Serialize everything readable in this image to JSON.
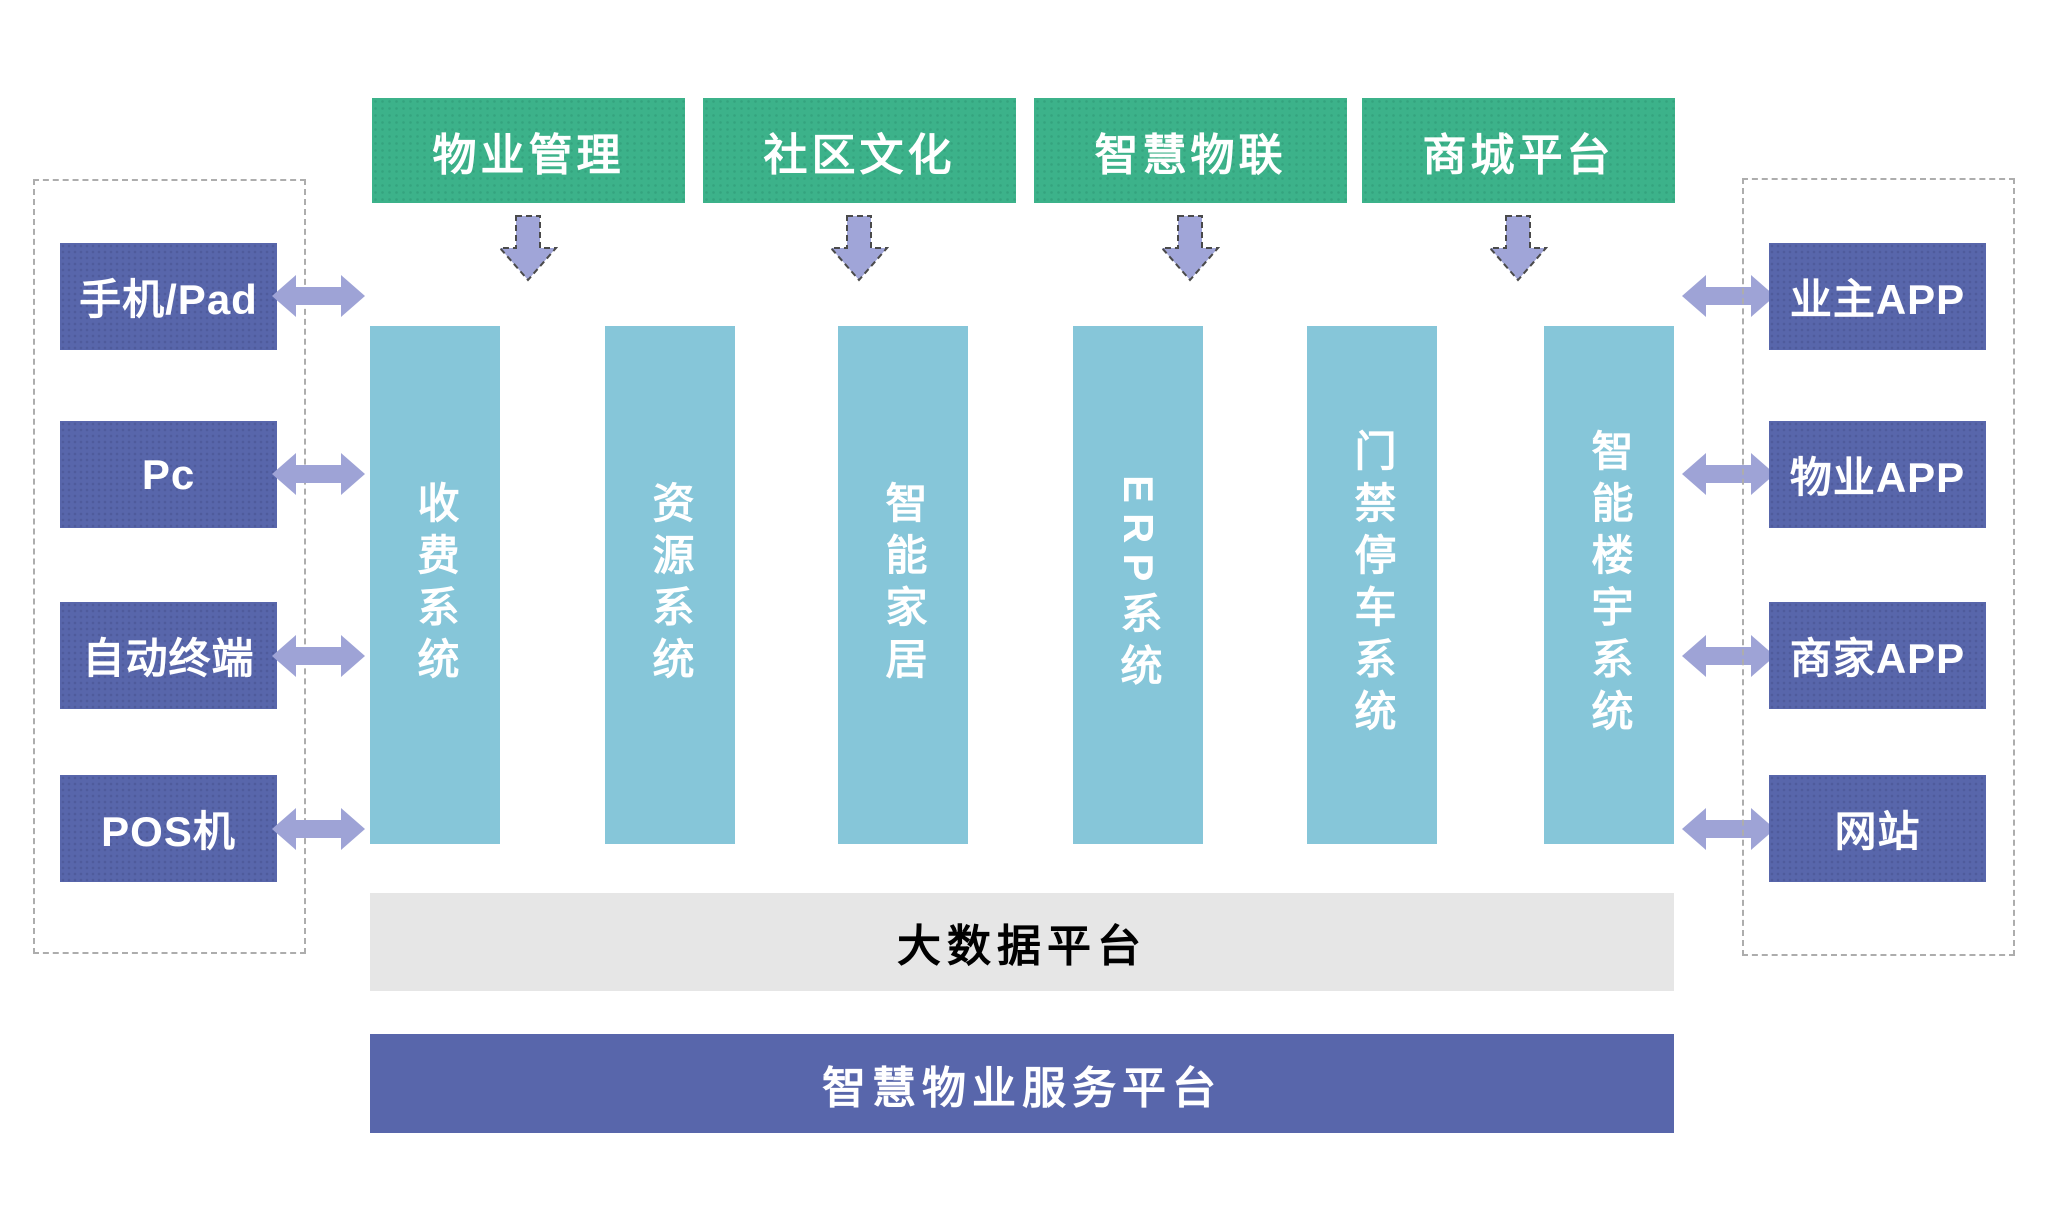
{
  "top_modules": [
    "物业管理",
    "社区文化",
    "智慧物联",
    "商城平台"
  ],
  "device_panel": {
    "items": [
      "手机/Pad",
      "Pc",
      "自动终端",
      "POS机"
    ]
  },
  "app_panel": {
    "items": [
      "业主APP",
      "物业APP",
      "商家APP",
      "网站"
    ]
  },
  "system_columns": [
    "收费系统",
    "资源系统",
    "智能家居",
    "ERP系统",
    "门禁停车系统",
    "智能楼宇系统"
  ],
  "platforms": {
    "big_data": "大数据平台",
    "service": "智慧物业服务平台"
  },
  "colors": {
    "module_green": "#3CB28A",
    "box_blue": "#5866AB",
    "system_teal": "#86C6D9",
    "arrow_lilac": "#9EA3D6",
    "big_data_gray": "#E6E6E6",
    "service_blue": "#5866AB",
    "dashed_border_gray": "#ADADAD"
  }
}
